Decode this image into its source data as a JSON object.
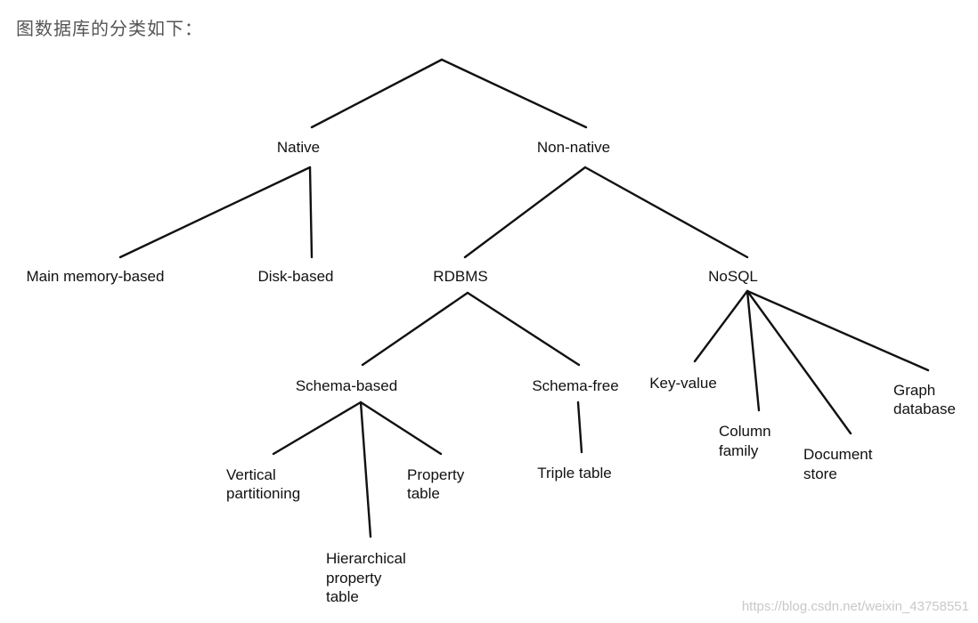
{
  "heading": "图数据库的分类如下：",
  "nodes": {
    "native": "Native",
    "non_native": "Non-native",
    "main_memory": "Main memory-based",
    "disk": "Disk-based",
    "rdbms": "RDBMS",
    "nosql": "NoSQL",
    "schema_based": "Schema-based",
    "schema_free": "Schema-free",
    "vertical_1": "Vertical",
    "vertical_2": "partitioning",
    "hierarchical_1": "Hierarchical",
    "hierarchical_2": "property",
    "hierarchical_3": "table",
    "property_1": "Property",
    "property_2": "table",
    "triple": "Triple table",
    "key_value": "Key-value",
    "column_1": "Column",
    "column_2": "family",
    "document_1": "Document",
    "document_2": "store",
    "graph_1": "Graph",
    "graph_2": "database"
  },
  "watermark": "https://blog.csdn.net/weixin_43758551"
}
